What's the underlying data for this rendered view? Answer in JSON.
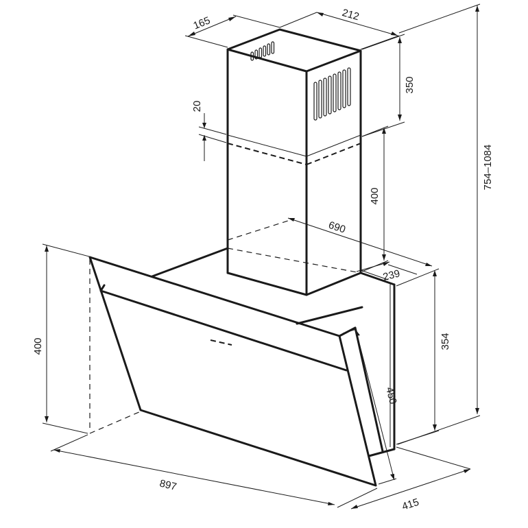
{
  "dimensions": {
    "chimney_depth": "165",
    "chimney_width": "212",
    "chimney_upper_height": "350",
    "chimney_overlap": "20",
    "chimney_lower_height": "400",
    "hood_width_top": "690",
    "hood_depth_top": "239",
    "overall_height": "754–1084",
    "body_height_right": "354",
    "body_height_left": "400",
    "glass_height": "450",
    "hood_width_bottom": "897",
    "hood_depth_bottom": "415"
  }
}
